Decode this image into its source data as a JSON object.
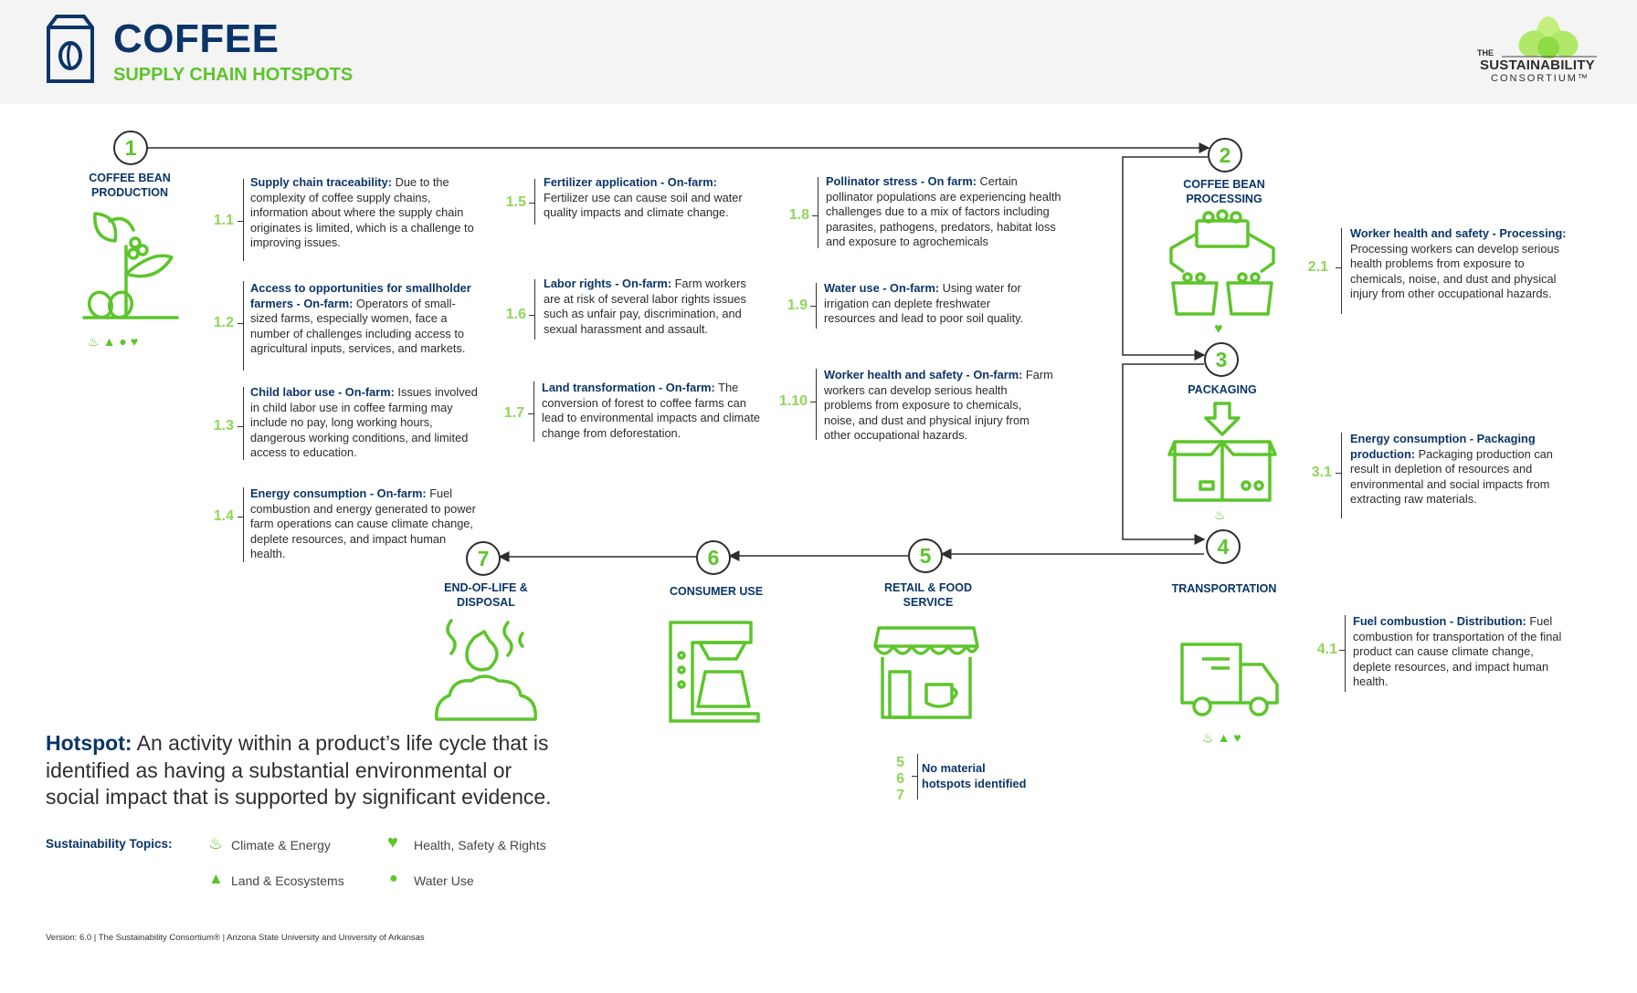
{
  "header": {
    "title": "COFFEE",
    "subtitle": "SUPPLY CHAIN HOTSPOTS",
    "logo_the": "THE",
    "logo_main": "SUSTAINABILITY",
    "logo_sub": "CONSORTIUM™"
  },
  "stages": [
    {
      "num": "1",
      "label": "COFFEE BEAN PRODUCTION"
    },
    {
      "num": "2",
      "label": "COFFEE BEAN PROCESSING"
    },
    {
      "num": "3",
      "label": "PACKAGING"
    },
    {
      "num": "4",
      "label": "TRANSPORTATION"
    },
    {
      "num": "5",
      "label": "RETAIL & FOOD SERVICE"
    },
    {
      "num": "6",
      "label": "CONSUMER USE"
    },
    {
      "num": "7",
      "label": "END-OF-LIFE & DISPOSAL"
    }
  ],
  "hotspots": [
    {
      "id": "1.1",
      "title": "Supply chain traceability:",
      "text": " Due to the complexity of coffee supply chains, information about where the supply chain originates is limited, which is a challenge to improving issues."
    },
    {
      "id": "1.2",
      "title": "Access to opportunities for smallholder farmers - On-farm:",
      "text": " Operators of small-sized farms, especially women, face a number of challenges including access to agricultural inputs, services, and markets."
    },
    {
      "id": "1.3",
      "title": "Child labor use - On-farm:",
      "text": " Issues involved in child labor use in coffee farming may include no pay, long working hours, dangerous working conditions, and limited access to education."
    },
    {
      "id": "1.4",
      "title": "Energy consumption - On-farm:",
      "text": " Fuel combustion and energy generated to power farm operations can cause climate change, deplete resources, and impact human health."
    },
    {
      "id": "1.5",
      "title": "Fertilizer application - On-farm:",
      "text": " Fertilizer use can cause soil and water quality impacts and climate change."
    },
    {
      "id": "1.6",
      "title": "Labor rights - On-farm:",
      "text": " Farm workers are at risk of several labor rights issues such as unfair pay, discrimination, and sexual harassment and assault."
    },
    {
      "id": "1.7",
      "title": "Land transformation - On-farm:",
      "text": " The conversion of forest to coffee farms can lead to environmental impacts and climate change from deforestation."
    },
    {
      "id": "1.8",
      "title": "Pollinator stress - On farm:",
      "text": " Certain pollinator populations are experiencing health challenges due to a mix of factors including parasites, pathogens, predators, habitat loss and exposure to agrochemicals"
    },
    {
      "id": "1.9",
      "title": "Water use - On-farm:",
      "text": " Using water for irrigation can deplete freshwater resources and lead to poor soil quality."
    },
    {
      "id": "1.10",
      "title": "Worker health and safety - On-farm:",
      "text": " Farm workers can develop serious health problems from exposure to chemicals, noise, and dust and physical injury from other occupational hazards."
    },
    {
      "id": "2.1",
      "title": "Worker health and safety - Processing:",
      "text": " Processing workers can develop serious health problems from exposure to chemicals, noise, and dust and physical injury from other occupational hazards."
    },
    {
      "id": "3.1",
      "title": "Energy consumption - Packaging production:",
      "text": " Packaging production can result in depletion of resources and environmental and social impacts from extracting raw materials."
    },
    {
      "id": "4.1",
      "title": "Fuel combustion - Distribution:",
      "text": " Fuel combustion for transportation of the final product can cause climate change, deplete resources, and impact human health."
    }
  ],
  "no_material": {
    "nums": [
      "5",
      "6",
      "7"
    ],
    "text": "No material hotspots identified"
  },
  "definition": {
    "term": "Hotspot:",
    "text": " An activity within a product’s life cycle that is identified as having a substantial environmental or social impact that is supported by significant evidence."
  },
  "topics": {
    "label": "Sustainability Topics:",
    "items": [
      {
        "name": "Climate & Energy",
        "icon": "climate-energy-icon"
      },
      {
        "name": "Health, Safety & Rights",
        "icon": "health-heart-icon"
      },
      {
        "name": "Land & Ecosystems",
        "icon": "trees-icon"
      },
      {
        "name": "Water Use",
        "icon": "water-drop-icon"
      }
    ]
  },
  "footer": "Version: 6.0 | The Sustainability Consortium® | Arizona State University and University of Arkansas",
  "colors": {
    "navy": "#0b3568",
    "green": "#5cc52b",
    "light_green": "#8fd65a"
  }
}
